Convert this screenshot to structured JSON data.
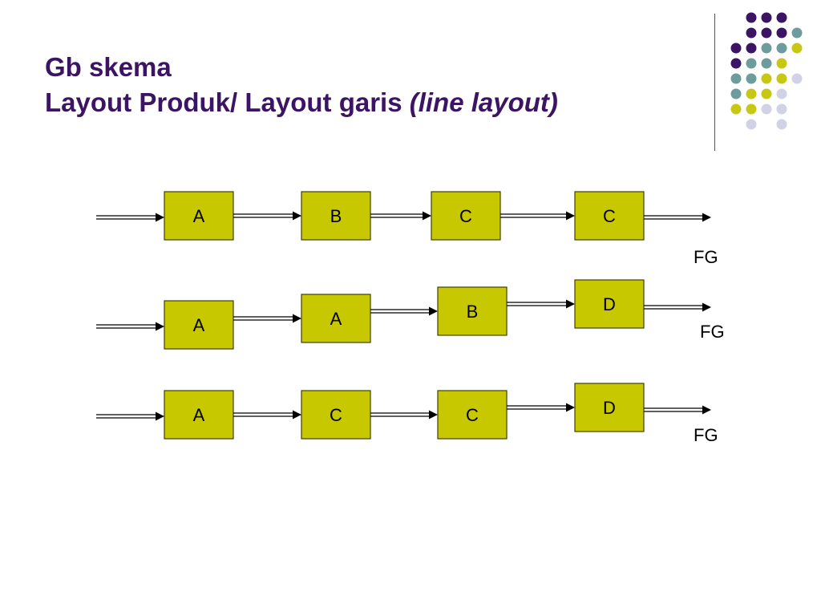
{
  "title": {
    "line1": "Gb skema",
    "line2_main": "Layout Produk/ Layout garis ",
    "line2_italic": "(line layout)"
  },
  "colors": {
    "title": "#3c1464",
    "box_fill": "#c8c800",
    "box_stroke": "#404000",
    "dot_purple": "#3c1464",
    "dot_teal": "#6e9c9c",
    "dot_yellow": "#c8c814",
    "dot_lavender": "#d2d2e6"
  },
  "rows": [
    {
      "boxes": [
        "A",
        "B",
        "C",
        "C"
      ],
      "output": "FG"
    },
    {
      "boxes": [
        "A",
        "A",
        "B",
        "D"
      ],
      "output": "FG"
    },
    {
      "boxes": [
        "A",
        "C",
        "C",
        "D"
      ],
      "output": "FG"
    }
  ]
}
